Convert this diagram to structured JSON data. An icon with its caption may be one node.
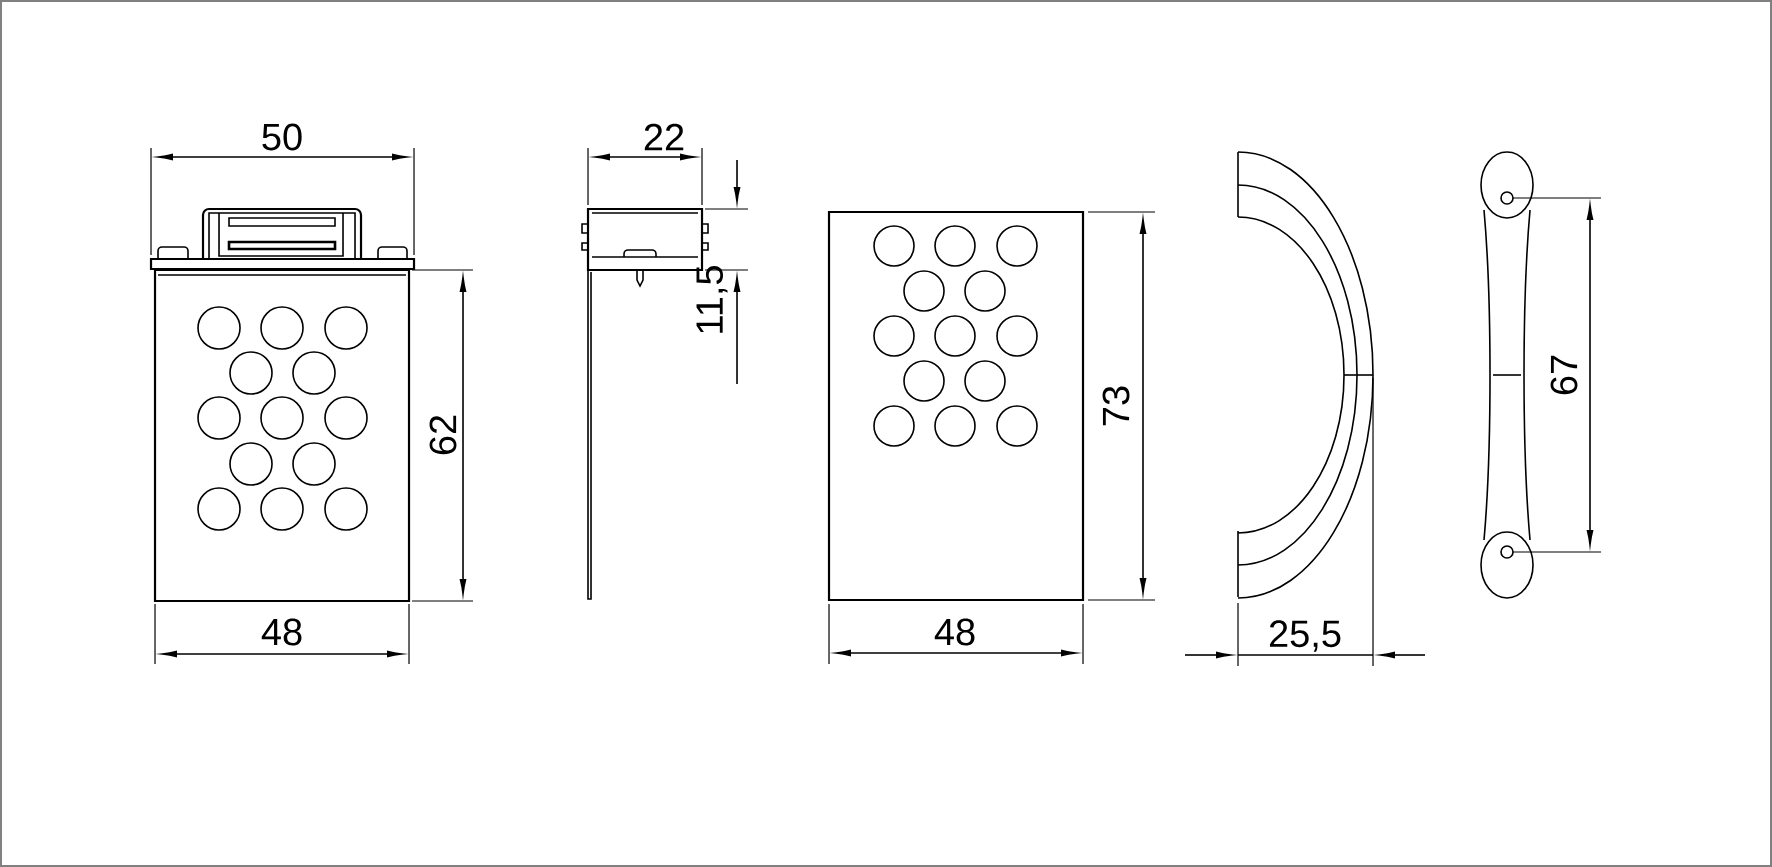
{
  "diagram": {
    "labels": [
      "50",
      "22",
      "11,5",
      "62",
      "73",
      "67",
      "48",
      "48",
      "25,5"
    ]
  }
}
